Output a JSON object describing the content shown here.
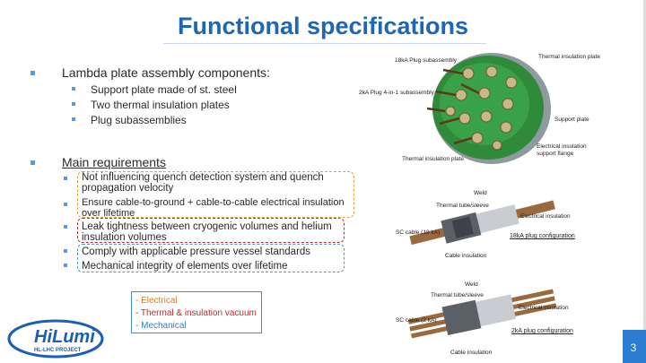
{
  "title": "Functional specifications",
  "section1": {
    "heading": "Lambda plate assembly components:",
    "items": [
      "Support plate made of st. steel",
      "Two thermal insulation plates",
      "Plug subassemblies"
    ]
  },
  "section2": {
    "heading": "Main requirements",
    "items": [
      {
        "line1": "Not influencing quench detection system and quench",
        "line2": "propagation velocity"
      },
      {
        "line1": "Ensure cable-to-ground + cable-to-cable electrical insulation",
        "line2": "over lifetime"
      },
      {
        "line1": "Leak tightness between cryogenic volumes and helium",
        "line2": "insulation volumes"
      },
      {
        "line1": "Comply with applicable pressure vessel standards",
        "line2": ""
      },
      {
        "line1": "Mechanical integrity of elements over lifetime",
        "line2": ""
      }
    ]
  },
  "legend": {
    "electrical": "- Electrical",
    "thermal": "- Thermal & insulation vacuum",
    "mechanical": "- Mechanical"
  },
  "plate_figure": {
    "label_18ka": "18kA Plug subassembly",
    "label_thermal_top": "Thermal insulation plate",
    "label_2ka": "2kA Plug 4-in-1 subassembly",
    "label_support": "Support plate",
    "label_flange_1": "Electrical insulation",
    "label_flange_2": "support flange",
    "label_thermal_bottom": "Thermal insulation plate"
  },
  "plug18_figure": {
    "caption": "18kA plug configuration",
    "label_weld": "Weld",
    "label_tube": "Thermal tube/sleeve",
    "label_elec": "Electrical insulation",
    "label_cable": "SC cable (18 kA)",
    "label_cableins": "Cable insulation"
  },
  "plug2_figure": {
    "caption": "2kA plug configuration",
    "label_weld": "Weld",
    "label_tube": "Thermal tube/sleeve",
    "label_elec": "Electrical insulation",
    "label_cable": "SC cable (2 kA)",
    "label_cableins": "Cable insulation"
  },
  "logo": {
    "name": "HiLumi",
    "sub": "HL-LHC PROJECT"
  },
  "page_number": "3",
  "colors": {
    "title": "#1f66b4",
    "bullet": "#5a9bd5",
    "electrical": "#e07a1c",
    "thermal": "#c0282c",
    "mechanical": "#2f7fc4",
    "plate": "#2f8a3a"
  }
}
